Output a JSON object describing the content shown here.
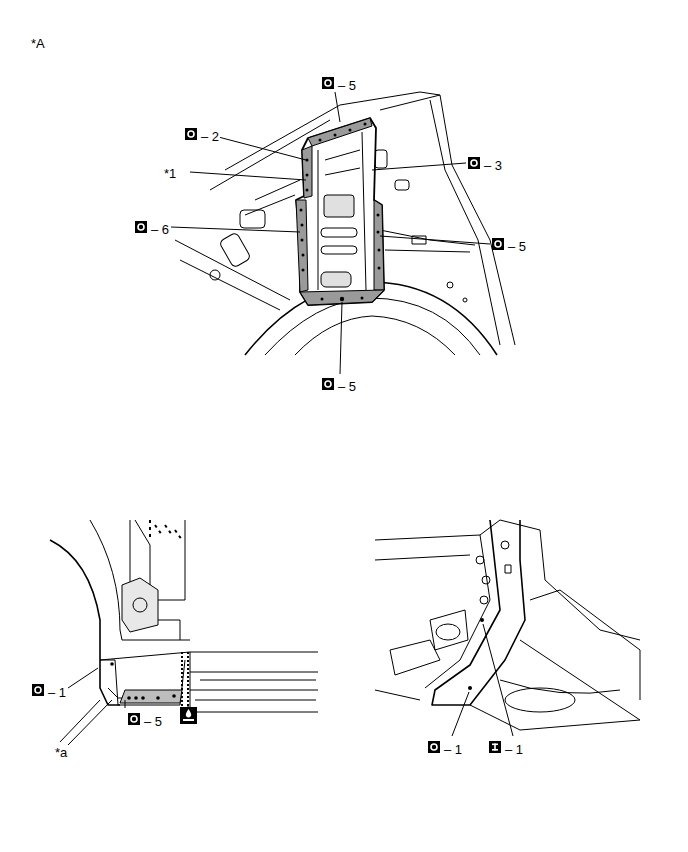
{
  "diagram": {
    "labels": [
      "*A",
      "– 5",
      "– 2",
      "*1",
      "– 3",
      "– 6",
      "– 5",
      "– 5",
      "– 1",
      "*a",
      "– 5",
      "– 1",
      "– 1"
    ]
  }
}
